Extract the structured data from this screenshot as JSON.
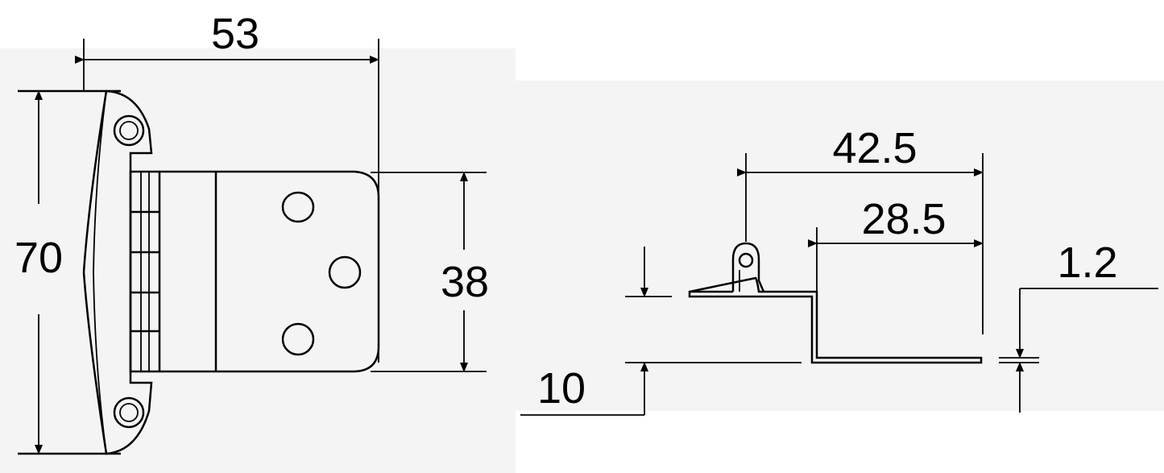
{
  "dimensions": {
    "width_top": "53",
    "height_left": "70",
    "leaf_height": "38",
    "side_total": "42.5",
    "side_partial": "28.5",
    "offset": "10",
    "thickness": "1.2"
  }
}
